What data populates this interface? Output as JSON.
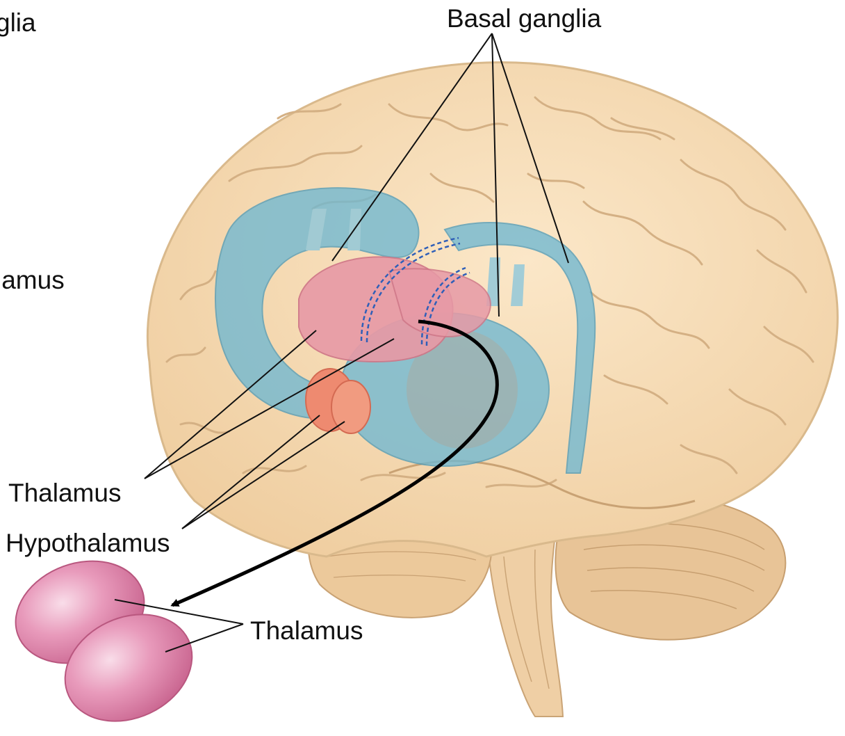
{
  "labels": {
    "basal_ganglia": "Basal ganglia",
    "thalamus_upper": "Thalamus",
    "hypothalamus": "Hypothalamus",
    "thalamus_lower": "Thalamus",
    "cut_off_left_top": "glia",
    "cut_off_left_mid": "lamus"
  },
  "colors": {
    "brain": "#f6dcb4",
    "brain_outline": "#d9b98c",
    "sulcus": "#d7b588",
    "basal_ganglia": "#6fb8d2",
    "thalamus": "#e79aa6",
    "hypothalamus": "#ee8a70",
    "brainstem": "#efcfa5",
    "cerebellum": "#e8c497",
    "isolated_thalamus": "#e38fb0",
    "leader_line": "#111111",
    "arrow": "#000000",
    "dashed_path": "#2f5fb8"
  }
}
